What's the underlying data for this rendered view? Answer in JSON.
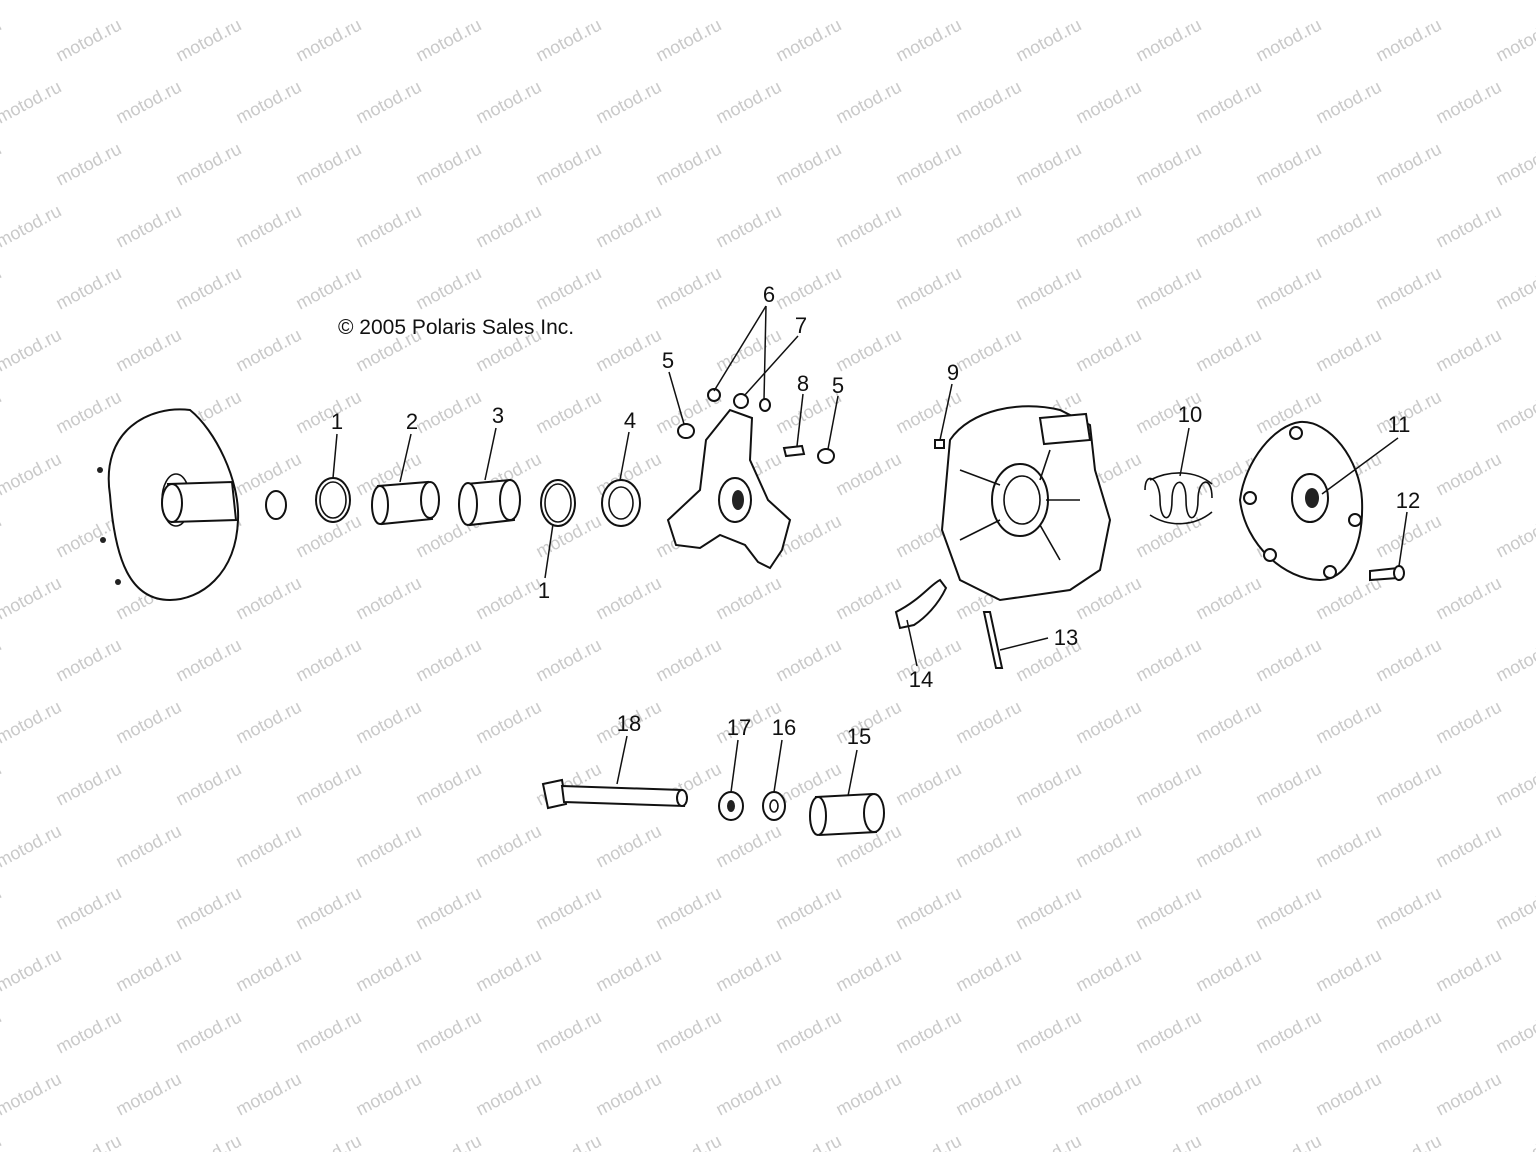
{
  "copyright": "© 2005 Polaris Sales Inc.",
  "watermark": "motod.ru",
  "callouts": [
    "1",
    "2",
    "3",
    "4",
    "1",
    "5",
    "6",
    "7",
    "8",
    "5",
    "9",
    "10",
    "11",
    "12",
    "13",
    "14",
    "18",
    "17",
    "16",
    "15"
  ]
}
